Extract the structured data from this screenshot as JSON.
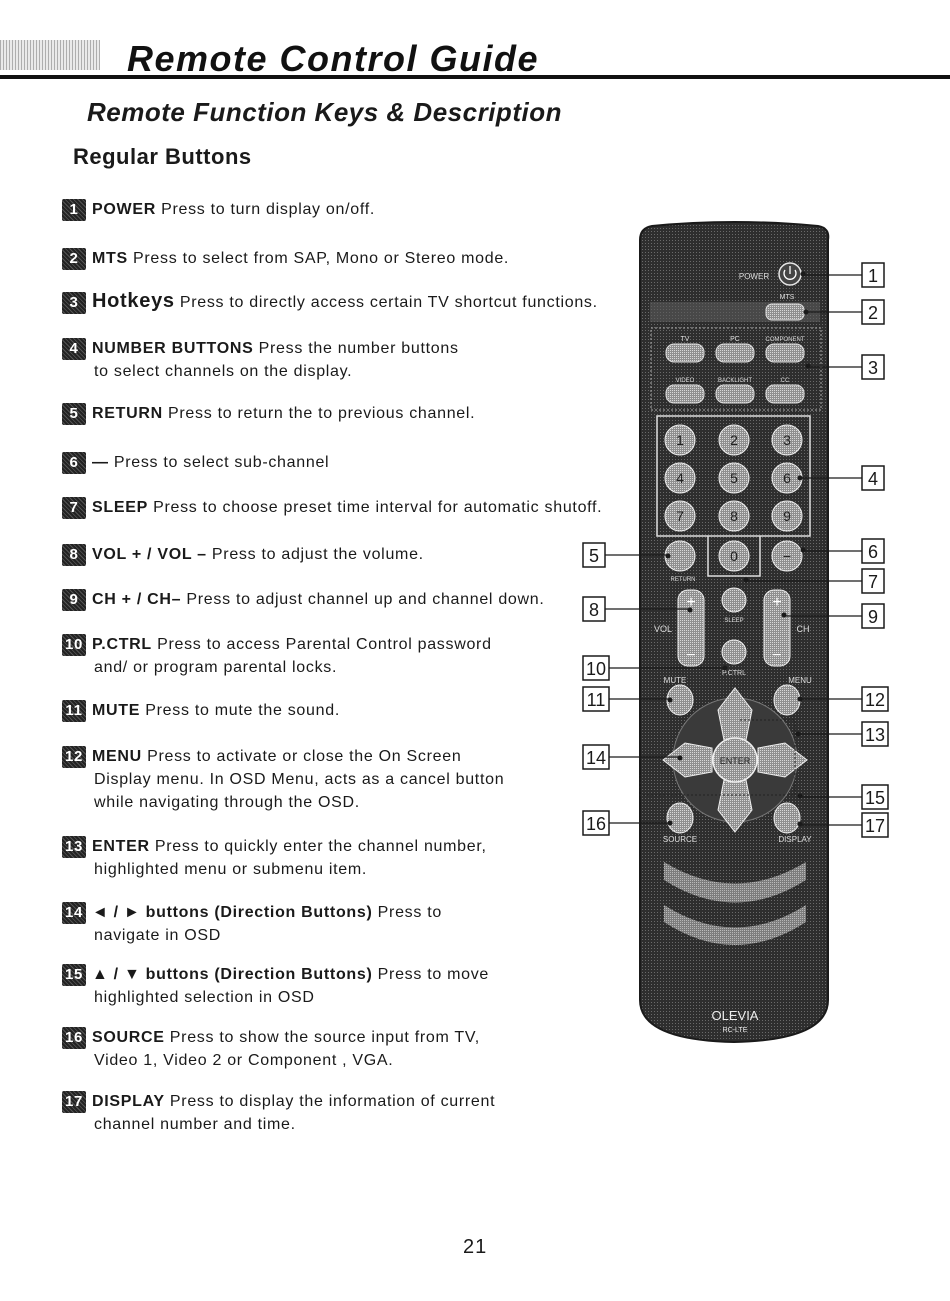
{
  "header": {
    "title": "Remote Control Guide",
    "subtitle": "Remote Function Keys & Description",
    "section": "Regular Buttons"
  },
  "entries": [
    {
      "n": "1",
      "key": "POWER",
      "desc": " Press to turn display on/off.",
      "cont": ""
    },
    {
      "n": "2",
      "key": "MTS",
      "desc": " Press to select from SAP, Mono or Stereo mode.",
      "cont": ""
    },
    {
      "n": "3",
      "key": "Hotkeys",
      "desc": " Press to directly access certain TV shortcut functions.",
      "cont": ""
    },
    {
      "n": "4",
      "key": "NUMBER BUTTONS",
      "desc": " Press the number buttons",
      "cont": "to select channels on the display."
    },
    {
      "n": "5",
      "key": "RETURN",
      "desc": " Press to return the to previous channel.",
      "cont": ""
    },
    {
      "n": "6",
      "key": "—",
      "desc": " Press to select sub-channel",
      "cont": ""
    },
    {
      "n": "7",
      "key": "SLEEP",
      "desc": " Press to choose preset time interval for automatic shutoff.",
      "cont": ""
    },
    {
      "n": "8",
      "key": "VOL + / VOL –",
      "desc": " Press to adjust the volume.",
      "cont": ""
    },
    {
      "n": "9",
      "key": "CH + / CH–",
      "desc": " Press to adjust channel up and channel down.",
      "cont": ""
    },
    {
      "n": "10",
      "key": "P.CTRL",
      "desc": " Press to access Parental Control password",
      "cont": "and/ or program parental locks."
    },
    {
      "n": "11",
      "key": "MUTE",
      "desc": " Press to mute the sound.",
      "cont": ""
    },
    {
      "n": "12",
      "key": "MENU",
      "desc": " Press to activate or close the On Screen",
      "cont": "Display menu. In OSD Menu, acts as a cancel button",
      "cont2": "while navigating through the OSD."
    },
    {
      "n": "13",
      "key": "ENTER",
      "desc": " Press to quickly enter the channel number,",
      "cont": "highlighted menu or submenu item."
    },
    {
      "n": "14",
      "key": "◄ / ► buttons (Direction Buttons)",
      "desc": " Press to",
      "cont": "navigate in OSD"
    },
    {
      "n": "15",
      "key": "▲ / ▼ buttons (Direction Buttons)",
      "desc": " Press to move",
      "cont": "highlighted selection in OSD"
    },
    {
      "n": "16",
      "key": "SOURCE",
      "desc": " Press to show the source input from TV,",
      "cont": "Video 1, Video 2 or Component , VGA."
    },
    {
      "n": "17",
      "key": "DISPLAY",
      "desc": " Press to display the information of current",
      "cont": "channel number and time."
    }
  ],
  "remote": {
    "power": "POWER",
    "mts": "MTS",
    "tv": "TV",
    "pc": "PC",
    "component": "COMPONENT",
    "video": "VIDEO",
    "backlight": "BACKLIGHT",
    "cc": "CC",
    "digits": [
      "1",
      "2",
      "3",
      "4",
      "5",
      "6",
      "7",
      "8",
      "9"
    ],
    "zero": "0",
    "return": "RETURN",
    "sleep": "SLEEP",
    "vol": "VOL",
    "ch": "CH",
    "pctrl": "P.CTRL",
    "mute": "MUTE",
    "menu": "MENU",
    "enter": "ENTER",
    "source": "SOURCE",
    "display": "DISPLAY",
    "brand": "OLEVIA",
    "model": "RC-LTE",
    "body_color": "#2e2e2e"
  },
  "callouts": [
    "1",
    "2",
    "3",
    "4",
    "5",
    "6",
    "7",
    "8",
    "9",
    "10",
    "11",
    "12",
    "13",
    "14",
    "15",
    "16",
    "17"
  ],
  "page_number": "21"
}
